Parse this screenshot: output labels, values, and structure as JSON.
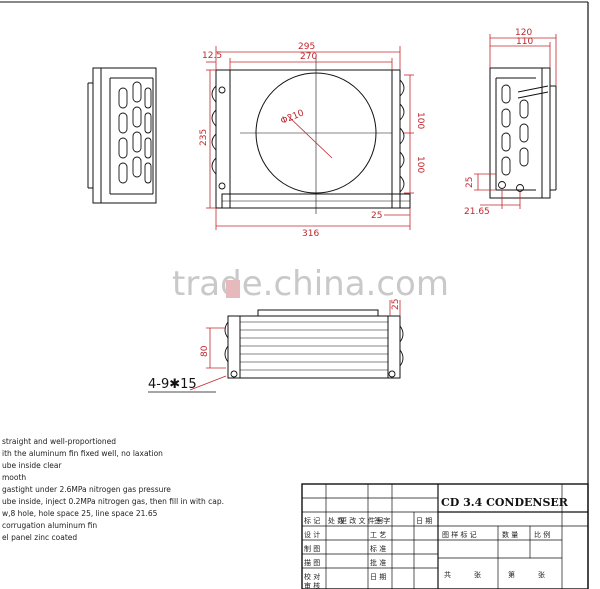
{
  "front_view": {
    "dims": {
      "d125": "12.5",
      "d295": "295",
      "d270": "270",
      "d235": "235",
      "phi210": "Φ210",
      "d100a": "100",
      "d100b": "100",
      "d25": "25",
      "d316": "316"
    }
  },
  "right_view": {
    "dims": {
      "d120": "120",
      "d110": "110",
      "d25": "25",
      "d2165": "21.65"
    }
  },
  "bottom_view": {
    "dims": {
      "d80": "80",
      "d25": "25",
      "holes": "4-9✱15"
    }
  },
  "watermark": "trade.china.com",
  "notes": [
    "straight and well-proportioned",
    "ith the aluminum fin fixed well, no laxation",
    "ube inside clear",
    "mooth",
    "gastight under 2.6MPa nitrogen gas pressure",
    "ube inside, inject 0.2MPa nitrogen gas, then fill in with cap.",
    "w,8 hole, hole space 25, line space 21.65",
    "  corrugation aluminum fin",
    "el panel zinc coated"
  ],
  "title_block": {
    "title": "CD 3.4 CONDENSER",
    "r1": [
      "标 记",
      "处 数",
      "更 改 文 件 号",
      "签 字",
      "日 期"
    ],
    "left": [
      "设 计",
      "制 图",
      "描 图",
      "校 对",
      "审 核"
    ],
    "mid": [
      "工 艺",
      "标 准",
      "批 准",
      "日 期"
    ],
    "right_headers": [
      "图 样 标 记",
      "数 量",
      "比 例"
    ],
    "sheet": [
      "共",
      "张",
      "第",
      "张"
    ]
  }
}
